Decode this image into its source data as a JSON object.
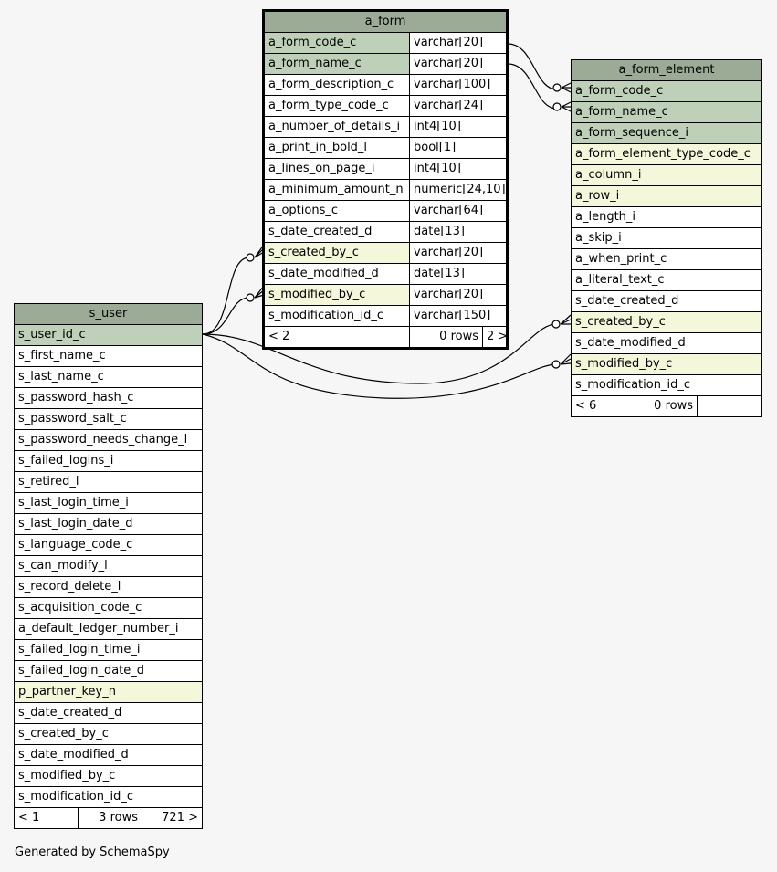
{
  "tables": {
    "a_form": {
      "name": "a_form",
      "columns": [
        {
          "name": "a_form_code_c",
          "type": "varchar[20]",
          "kind": "pk"
        },
        {
          "name": "a_form_name_c",
          "type": "varchar[20]",
          "kind": "pk"
        },
        {
          "name": "a_form_description_c",
          "type": "varchar[100]",
          "kind": ""
        },
        {
          "name": "a_form_type_code_c",
          "type": "varchar[24]",
          "kind": ""
        },
        {
          "name": "a_number_of_details_i",
          "type": "int4[10]",
          "kind": ""
        },
        {
          "name": "a_print_in_bold_l",
          "type": "bool[1]",
          "kind": ""
        },
        {
          "name": "a_lines_on_page_i",
          "type": "int4[10]",
          "kind": ""
        },
        {
          "name": "a_minimum_amount_n",
          "type": "numeric[24,10]",
          "kind": ""
        },
        {
          "name": "a_options_c",
          "type": "varchar[64]",
          "kind": ""
        },
        {
          "name": "s_date_created_d",
          "type": "date[13]",
          "kind": ""
        },
        {
          "name": "s_created_by_c",
          "type": "varchar[20]",
          "kind": "fk"
        },
        {
          "name": "s_date_modified_d",
          "type": "date[13]",
          "kind": ""
        },
        {
          "name": "s_modified_by_c",
          "type": "varchar[20]",
          "kind": "fk"
        },
        {
          "name": "s_modification_id_c",
          "type": "varchar[150]",
          "kind": ""
        }
      ],
      "footer": {
        "parents": "< 2",
        "rows": "0 rows",
        "children": "2 >"
      }
    },
    "a_form_element": {
      "name": "a_form_element",
      "columns": [
        {
          "name": "a_form_code_c",
          "kind": "pk"
        },
        {
          "name": "a_form_name_c",
          "kind": "pk"
        },
        {
          "name": "a_form_sequence_i",
          "kind": "pk"
        },
        {
          "name": "a_form_element_type_code_c",
          "kind": "fk"
        },
        {
          "name": "a_column_i",
          "kind": "fk"
        },
        {
          "name": "a_row_i",
          "kind": "fk"
        },
        {
          "name": "a_length_i",
          "kind": ""
        },
        {
          "name": "a_skip_i",
          "kind": ""
        },
        {
          "name": "a_when_print_c",
          "kind": ""
        },
        {
          "name": "a_literal_text_c",
          "kind": ""
        },
        {
          "name": "s_date_created_d",
          "kind": ""
        },
        {
          "name": "s_created_by_c",
          "kind": "fk"
        },
        {
          "name": "s_date_modified_d",
          "kind": ""
        },
        {
          "name": "s_modified_by_c",
          "kind": "fk"
        },
        {
          "name": "s_modification_id_c",
          "kind": ""
        }
      ],
      "footer": {
        "parents": "< 6",
        "rows": "0 rows",
        "children": ""
      }
    },
    "s_user": {
      "name": "s_user",
      "columns": [
        {
          "name": "s_user_id_c",
          "kind": "pk"
        },
        {
          "name": "s_first_name_c",
          "kind": ""
        },
        {
          "name": "s_last_name_c",
          "kind": ""
        },
        {
          "name": "s_password_hash_c",
          "kind": ""
        },
        {
          "name": "s_password_salt_c",
          "kind": ""
        },
        {
          "name": "s_password_needs_change_l",
          "kind": ""
        },
        {
          "name": "s_failed_logins_i",
          "kind": ""
        },
        {
          "name": "s_retired_l",
          "kind": ""
        },
        {
          "name": "s_last_login_time_i",
          "kind": ""
        },
        {
          "name": "s_last_login_date_d",
          "kind": ""
        },
        {
          "name": "s_language_code_c",
          "kind": ""
        },
        {
          "name": "s_can_modify_l",
          "kind": ""
        },
        {
          "name": "s_record_delete_l",
          "kind": ""
        },
        {
          "name": "s_acquisition_code_c",
          "kind": ""
        },
        {
          "name": "a_default_ledger_number_i",
          "kind": ""
        },
        {
          "name": "s_failed_login_time_i",
          "kind": ""
        },
        {
          "name": "s_failed_login_date_d",
          "kind": ""
        },
        {
          "name": "p_partner_key_n",
          "kind": "fk"
        },
        {
          "name": "s_date_created_d",
          "kind": ""
        },
        {
          "name": "s_created_by_c",
          "kind": ""
        },
        {
          "name": "s_date_modified_d",
          "kind": ""
        },
        {
          "name": "s_modified_by_c",
          "kind": ""
        },
        {
          "name": "s_modification_id_c",
          "kind": ""
        }
      ],
      "footer": {
        "parents": "< 1",
        "rows": "3 rows",
        "children": "721 >"
      }
    }
  },
  "footer_text": "Generated by SchemaSpy",
  "colors": {
    "background": "#f6f6f6",
    "header": "#9bab96",
    "primary_key": "#bed1b8",
    "foreign_key": "#f4f7da",
    "line": "#000000"
  }
}
